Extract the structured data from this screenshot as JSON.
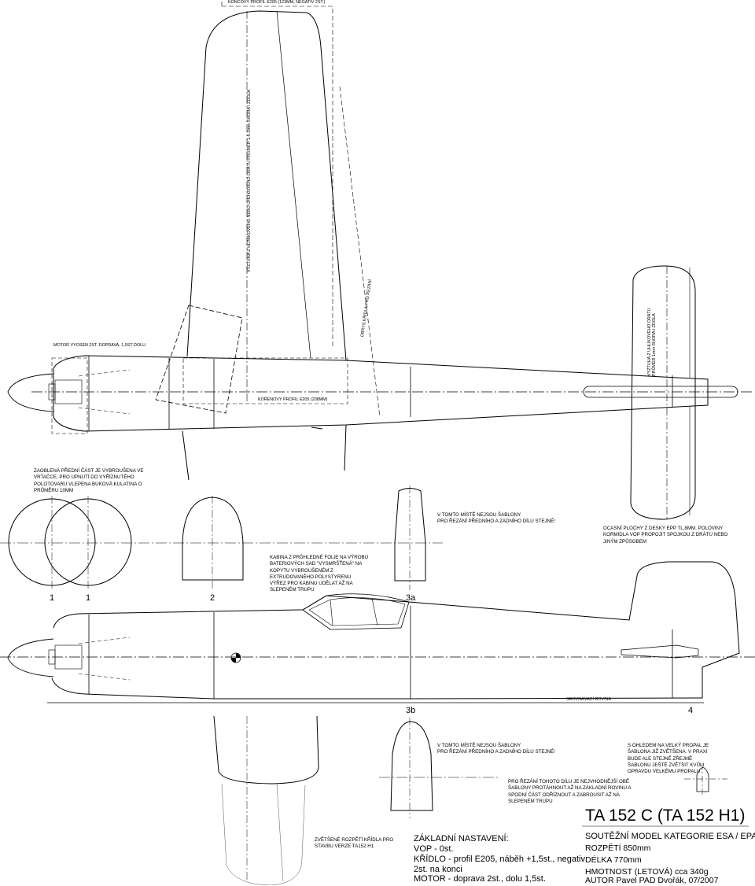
{
  "notes": {
    "tip_profile": "KONCOVÝ PROFIL E205 (123MM, NEGATIV 2ST.)",
    "wire_wing": "VÝZTUHA Z HLINÍKOVÉHO NEBO UHLÍKOVÉHO DRÁTU PRŮMĚR 1,6-2mm SHORA I ZDOLA",
    "wing_outline": "OBRYS KŘÍDLA PRO ŘEZÁNÍ",
    "motor": "MOTOR VYOSEN 2ST. DOPRAVA, 1,5ST DOLU",
    "root_profile": "KOŘENOVÝ PROFIL E205 (208MM)",
    "wire_tail": "VÝZTUHA Z UHLÍKOVÉHO DRÁTU\nPRŮMĚR 1mm SHORA I ZDOLA",
    "nose": "ZAOBLENÁ PŘEDNÍ ČÁST JE VYBROUŠENA VE\nVRTAČCE, PRO UPNUTÍ DO VYŘÍZNUTÉHO\nPOLOTOVARU VLEPENA BUKOVÁ KULATINA O\nPRŮMĚRU 10MM",
    "templates_top": "V TOMTO MÍSTĚ NEJSOU ŠABLONY\nPRO ŘEZÁNÍ PŘEDNÍHO A ZADNÍHO DÍLU STEJNÉ!",
    "tail_surfaces": "OCASNÍ PLOCHY Z DESKY EPP TL.8MM, POLOVINY\nKORMIDLA VOP PROPOJIT SPOJKOU Z DRÁTU NEBO\nJINÝM ZPŮSOBEM",
    "canopy": "KABINA Z PRŮHLEDNÉ FOLIE NA VÝROBU\nBATERIOVÝCH SAD \"VYSMRŠŤENÁ\" NA\nKOPYTU VYBROUŠENÉM Z\nEXTRUDOVANÉHO POLYSTYRENU",
    "cutout": "VÝŘEZ PRO KABINU UDĚLAT AŽ NA\nSLEPENÉM TRUPU",
    "datum": "SROVNÁVACÍ ROVINA",
    "templates_bottom": "V TOMTO MÍSTĚ NEJSOU ŠABLONY\nPRO ŘEZÁNÍ PŘEDNÍHO A ZADNÍHO DÍLU STEJNÉ!",
    "prop": "S OHLEDEM NA VELKÝ PROPAL JE\nŠABLONA JIŽ ZVĚTŠENA. V PRAXI\nBUDE ALE STEJNĚ ZŘEJMĚ\nŠABLONU JEŠTĚ ZVĚTŠIT KVŮLI\nOPRAVDU VELKÉMU PROPALU",
    "cutting": "PRO ŘEZÁNÍ TOHOTO DÍLU JE NEJVHODNĚJŠÍ OBĚ\nŠABLONY PROTÁHNOUT AŽ NA ZÁKLADNÍ ROVINU A\nSPODNÍ ČÁST ODŘÍZNOUT A ZABROUSIT AŽ NA\nSLEPENÉM TRUPU",
    "span": "ZVĚTŠENÉ ROZPĚTÍ KŘÍDLA PRO\nSTAVBU VERZE TA152 H1"
  },
  "stations": {
    "s1a": "1",
    "s1b": "1",
    "s2": "2",
    "s3a": "3a",
    "s3b": "3b",
    "s4": "4"
  },
  "setup": {
    "heading": "ZÁKLADNÍ NASTAVENÍ:",
    "vop": "VOP - 0st.",
    "wing": "KŘÍDLO - profil E205, náběh +1,5st., negativ",
    "wing2": "2st. na konci",
    "motor": "MOTOR - doprava 2st., dolu 1,5st."
  },
  "title": {
    "main": "TA 152 C (TA 152 H1)",
    "category": "SOUTĚŽNÍ MODEL KATEGORIE ESA / EPA",
    "span": "ROZPĚTÍ 850mm",
    "length": "DÉLKA 770mm",
    "mass": "HMOTNOST (LETOVÁ) cca 340g",
    "author": "AUTOR Pavel PAD Dvořák, 07/2007"
  }
}
